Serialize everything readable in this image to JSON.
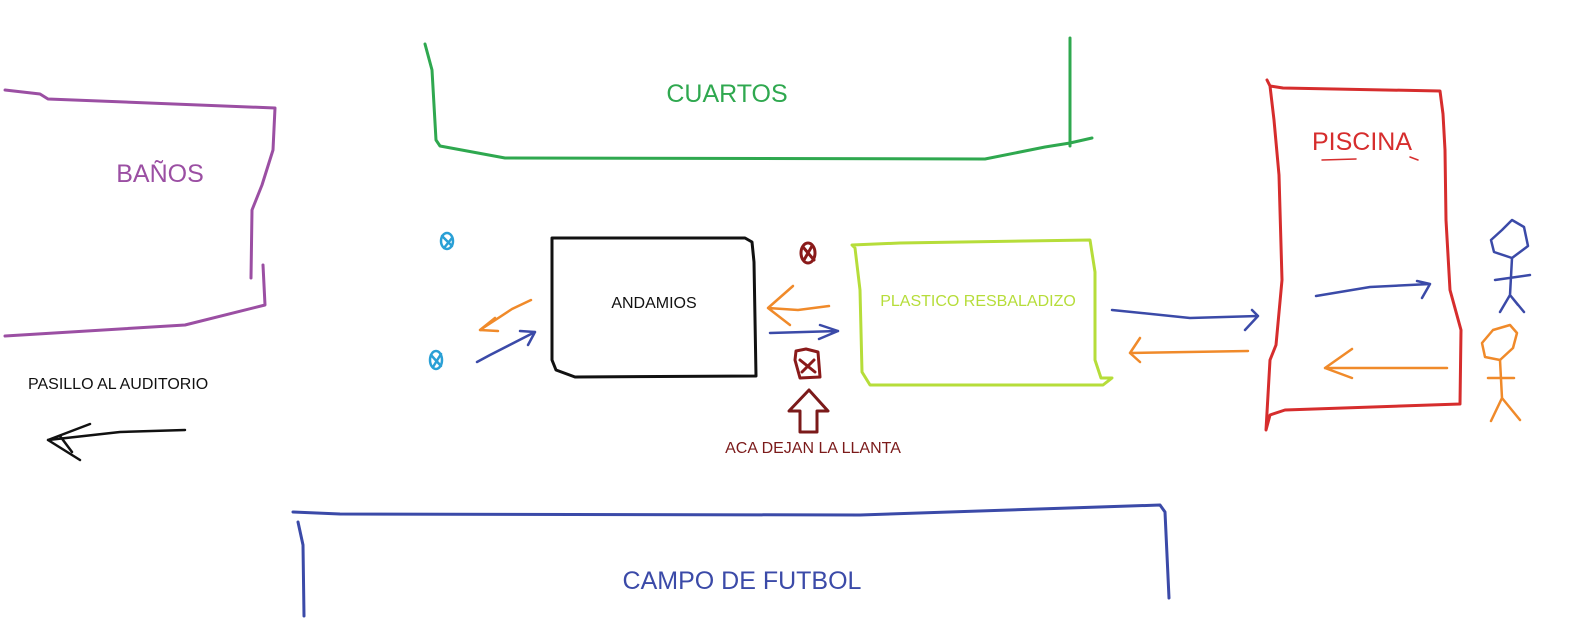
{
  "colors": {
    "banos": "#9b4fa3",
    "cuartos": "#2fa84f",
    "piscina": "#d62d2d",
    "andamios": "#111111",
    "plastico": "#b6dd3a",
    "pasillo": "#111111",
    "aca": "#7b1a1a",
    "campo": "#3b4aa8",
    "arrow_blue": "#3b4aa8",
    "arrow_orange": "#f08a2a",
    "marker_cyan": "#2aa0d6",
    "marker_dark_red": "#8a1a1a"
  },
  "areas": {
    "banos": "BAÑOS",
    "cuartos": "CUARTOS",
    "piscina": "PISCINA",
    "andamios": "ANDAMIOS",
    "plastico": "PLASTICO RESBALADIZO",
    "campo": "CAMPO DE FUTBOL"
  },
  "notes": {
    "pasillo": "PASILLO AL AUDITORIO",
    "aca": "ACA DEJAN LA LLANTA"
  }
}
